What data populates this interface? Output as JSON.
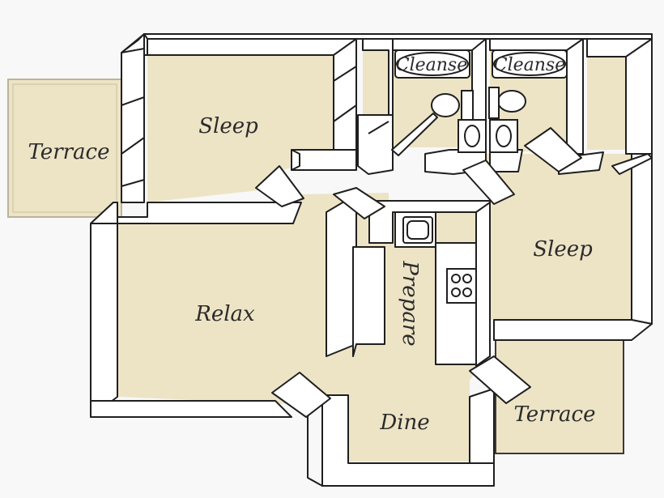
{
  "colors": {
    "background": "#f8f8f8",
    "floor": "#ede4c6",
    "wall_top": "#ffffff",
    "wall_outline": "#1f1f1f",
    "text": "#2b2b2b"
  },
  "rooms": {
    "terrace_left": "Terrace",
    "sleep_left": "Sleep",
    "bath_left": "Cleanse",
    "bath_right": "Cleanse",
    "sleep_right": "Sleep",
    "relax": "Relax",
    "prepare": "Prepare",
    "dine": "Dine",
    "terrace_right": "Terrace"
  }
}
